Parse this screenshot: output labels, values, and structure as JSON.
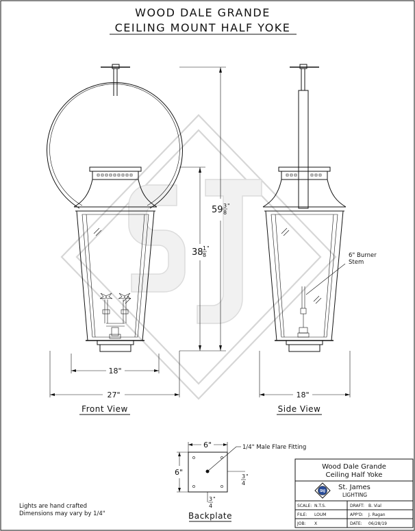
{
  "title": {
    "line1": "WOOD DALE GRANDE",
    "line2": "CEILING MOUNT HALF YOKE"
  },
  "views": {
    "front": "Front View",
    "side": "Side View",
    "backplate": "Backplate"
  },
  "dimensions": {
    "overall_height_whole": "59",
    "overall_height_num": "3",
    "overall_height_den": "8",
    "overall_height_unit": "\"",
    "body_height_whole": "38",
    "body_height_num": "1",
    "body_height_den": "8",
    "body_height_unit": "\"",
    "front_body_width": "18\"",
    "front_overall_width": "27\"",
    "side_width": "18\"",
    "backplate_width": "6\"",
    "backplate_height": "6\"",
    "backplate_offset_num_a": "3",
    "backplate_offset_den_a": "4",
    "backplate_offset_num_b": "3",
    "backplate_offset_den_b": "4",
    "frac_mark": "\""
  },
  "annotations": {
    "burner_line1": "6\" Burner",
    "burner_line2": "Stem",
    "flare_fitting": "1/4\" Male Flare Fitting"
  },
  "notes": {
    "line1": "Lights are hand crafted",
    "line2": "Dimensions may vary by 1/4\""
  },
  "title_block": {
    "product_line1": "Wood Dale Grande",
    "product_line2": "Ceiling Half Yoke",
    "logo_text": "StJ",
    "company": "St. James",
    "company_sub": "LIGHTING",
    "scale_label": "SCALE:",
    "scale_value": "N.T.S.",
    "draft_label": "DRAFT:",
    "draft_value": "B. Vial",
    "file_label": "FILE:",
    "file_value": "LOUM",
    "apprd_label": "APP'D:",
    "apprd_value": "J. Ragan",
    "job_label": "JOB:",
    "job_value": "X",
    "date_label": "DATE:",
    "date_value": "06/28/19"
  },
  "colors": {
    "line": "#111111",
    "watermark": "#d6d6d6",
    "paper": "#ffffff"
  }
}
